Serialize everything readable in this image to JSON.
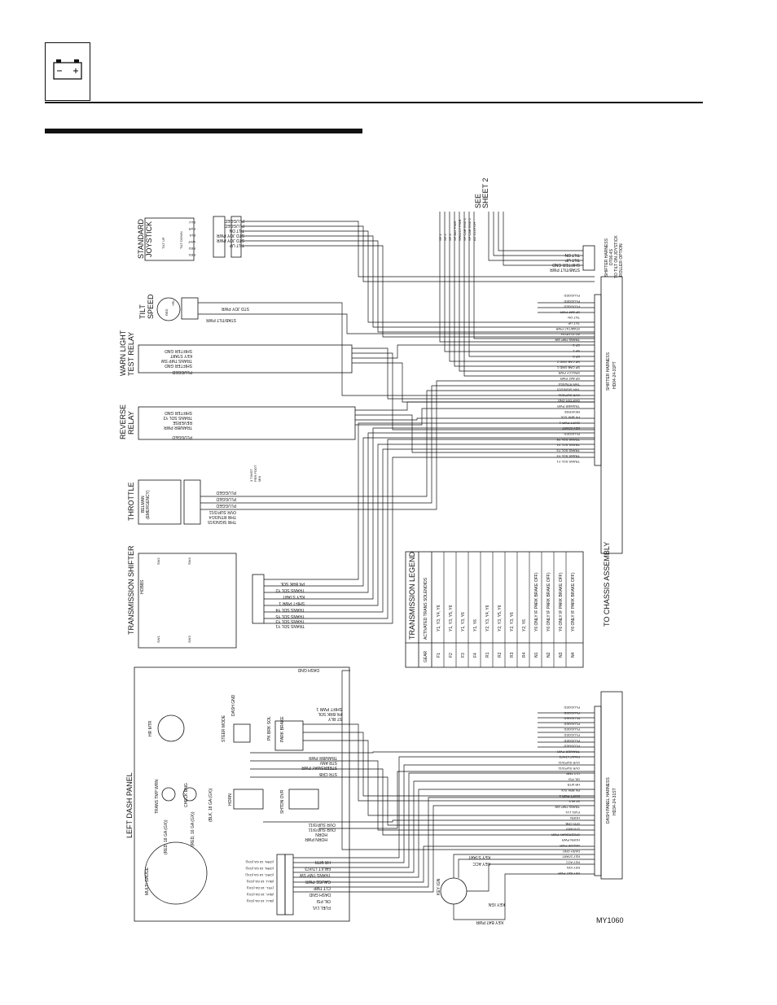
{
  "header": {
    "battery_icon": "battery-icon"
  },
  "see_sheet": {
    "line1": "SEE",
    "line2": "SHEET 2"
  },
  "figure_id": "MY1060",
  "components": {
    "standard_joystick": {
      "title1": "STANDARD",
      "title2": "JOYSTICK",
      "wires": [
        "PLUGGED",
        "PLUGGED",
        "TILT DN",
        "STD JOY PWR",
        "STD JOY PWR",
        "TILT UP"
      ],
      "pins": [
        "BLU",
        "PUR",
        "BLK",
        "WHT",
        "RED",
        "RED"
      ],
      "sw": [
        "TILT UP",
        "TILT DOWN"
      ]
    },
    "tilt_speed": {
      "title1": "TILT",
      "title2": "SPEED",
      "wires": [
        "STD JOY PWR",
        "STAB/TILT PWR"
      ],
      "pins": [
        "RED",
        "YEL"
      ]
    },
    "warn_light_test_relay": {
      "title1": "WARN LIGHT",
      "title2": "TEST RELAY",
      "wires": [
        "SHIFTER GND",
        "KEY START",
        "TRANS TMP SW",
        "SHIFTER GND",
        "PLUGGED"
      ]
    },
    "reverse_relay": {
      "title1": "REVERSE",
      "title2": "RELAY",
      "wires": [
        "SHIFTER GND",
        "TRANS SOL Y2",
        "REVERSE",
        "TRAN/BR PWR",
        "PLUGGED"
      ]
    },
    "throttle": {
      "title": "THROTTLE",
      "sub1": "BELMAN",
      "sub2": "(EMERGENCY)",
      "wires": [
        "PLUGGED",
        "PLUGGED",
        "PLUGGED",
        "OVR SUP/3/11",
        "THR RTN/3/14",
        "THR SIGN/3/15"
      ],
      "note": [
        "3 TWIST",
        "PER FOOT",
        "MIN"
      ]
    },
    "transmission_shifter": {
      "title": "TRANSMISSION SHIFTER",
      "hobbs": "HOBBS",
      "wires": [
        "PK BRK SOL",
        "TRANS SOL Y2",
        "KEY START",
        "SHIFT PWR 1",
        "TRANS SOL Y4",
        "TRANS SOL Y5",
        "TRANS SOL Y3",
        "TRANS SOL Y1"
      ],
      "sw": [
        "SW2",
        "SW1",
        "SW3",
        "SW4"
      ]
    },
    "left_dash_panel": {
      "title": "LEFT DASH PANEL",
      "hr_mtr": "HR MTR",
      "steer_mode": "STEER MODE",
      "dash_gnd": "DASH GND",
      "pk_brk_sol": "PK BRK SOL",
      "park_brake": "PARK BRAKE",
      "trans_tmp_wrn": "TRANS TMP WRN",
      "check_eng": "CHECK ENG",
      "horn": "HORN",
      "shtdn_ovr": "SHTDN OVR",
      "speedo": "MULTI GAUGE",
      "red1": "(RED, 18 GA (GX))",
      "red2": "(RED, 16 GA (GX))",
      "blk": "(BLK, 18 GA (GX))",
      "gauge_wires": [
        "(GRN, 18 GA (GX))",
        "(GRN, 18 GA (GX))",
        "(ORG, 18 GA (GX))",
        "(BLU, 18 GA (GX))",
        "(YEL, 18 GA (GX))",
        "(BLK, 18 GA (GX))",
        "(BLU, 18 GA (GX))"
      ],
      "gauge_labels": [
        "HR MTR",
        "FAULT LT/#73",
        "TRANS TMP SW",
        "GAUGE PWR",
        "CLT TMP",
        "DASH GND",
        "OIL PSI",
        "FUEL LVL"
      ],
      "horn_wires": [
        "HORN PWR",
        "HORN",
        "OVR SUP/3/11",
        "OVR SUP/3/11"
      ],
      "park_wires": [
        "SHIFT PWR 1",
        "PK BRK SOL",
        "ST RLY"
      ],
      "steer_wires": [
        "TRAN/BR PWR",
        "STEERSWAY PWR",
        "STR ANV",
        "STR CRB"
      ],
      "dash_gnd_top": "DASH GND"
    },
    "key_ign": {
      "title": "KEY IGN",
      "wires": [
        "KEY START",
        "KEY ACC",
        "KEY IGN",
        "KEY BAT PWR"
      ]
    }
  },
  "harnesses": {
    "shifter_harness_small": {
      "lines": [
        "SHIFTER HARNESS",
        "DT06-4S",
        "TO TILT ON JOYSTICK",
        "ROLLER OPTION"
      ],
      "pins": [
        "STAB/TILT PWR",
        "SHIFTER GND",
        "TILT UP",
        "TILT DN"
      ]
    },
    "shifter_harness_main": {
      "lines": [
        "SHIFTER HARNESS",
        "HD04-24-31PT"
      ],
      "pins": [
        "TRANS SOL Y1",
        "TRANS SOL Y2",
        "TRANS SOL Y3",
        "TRANS SOL Y4",
        "TRANS SOL Y5",
        "PLUGGED",
        "KEY START",
        "SHIFT PWR 1",
        "PK BRK SOL",
        "REVERSE",
        "TRAN/BR PWR",
        "SHIFTER GND",
        "OVR SUP/3/11",
        "THR SIGN/3/15",
        "THR RTN/3/14",
        "SP BAT PWR",
        "SPACCY PWR",
        "SP CAB GND 1",
        "SP CAB GND 2",
        "SP 2",
        "SP 1",
        "SP 3",
        "TRANS TMP SW",
        "AC CLUTCH",
        "STAB/TILT PWR",
        "TILT UP",
        "TILT DN",
        "SP BAT PWR",
        "PLUGGED",
        "PLUGGED",
        "PLUGGED"
      ]
    },
    "dash_panel_harness": {
      "lines": [
        "DASH PANEL HARNESS",
        "HD34-24-31ST"
      ],
      "pins": [
        "KEY BAT PWR",
        "KEY IGN",
        "KEY ACC",
        "KEY START",
        "DASH GND",
        "GAUGE PWR",
        "HORN PWR",
        "STEERSWAY PWR",
        "STR ANV",
        "STR CRB",
        "HORN",
        "FUEL LVL",
        "TRANS TMP SW",
        "ST RLY",
        "SHIFT PWR 1",
        "PK BRK SOL",
        "HR MTR",
        "OIL PSI",
        "CLT TMP",
        "OVR SUP/3/11",
        "OVR SUP/3/11",
        "FAULT LT/#73",
        "TRAN/BR PWR",
        "PLUGGED",
        "PLUGGED",
        "PLUGGED",
        "PLUGGED",
        "PLUGGED",
        "PLUGGED",
        "PLUGGED",
        "PLUGGED"
      ]
    },
    "see_sheet_wires": [
      "SP 1",
      "SP 2",
      "SP 3",
      "SP BAT PWR",
      "SPACCY PWR",
      "SP CAB GND 1",
      "SP CAB GND 2",
      "AC CLUTCH"
    ]
  },
  "to_chassis": "TO CHASSIS ASSEMBLY",
  "legend": {
    "title": "TRANSMISSION LEGEND",
    "col1": "GEAR",
    "col2": "ACTIVATED TRANS SOLENOIDS",
    "rows": [
      {
        "gear": "F1",
        "sol": "Y1, Y3, Y4, Y6"
      },
      {
        "gear": "F2",
        "sol": "Y1, Y3, Y5, Y6"
      },
      {
        "gear": "F3",
        "sol": "Y1, Y3, Y6"
      },
      {
        "gear": "F4",
        "sol": "Y1, Y6"
      },
      {
        "gear": "R1",
        "sol": "Y2, Y3, Y4, Y6"
      },
      {
        "gear": "R2",
        "sol": "Y2, Y3, Y5, Y6"
      },
      {
        "gear": "R3",
        "sol": "Y2, Y3, Y6"
      },
      {
        "gear": "R4",
        "sol": "Y2, Y6"
      },
      {
        "gear": "N1",
        "sol": "Y6 ONLY IF PARK BRAKE OFF)"
      },
      {
        "gear": "N2",
        "sol": "Y6 ONLY IF PARK BRAKE OFF)"
      },
      {
        "gear": "N3",
        "sol": "Y6 ONLY IF PARK BRAKE OFF)"
      },
      {
        "gear": "N4",
        "sol": "Y6 ONLY IF PARK BRAKE OFF)"
      }
    ]
  }
}
